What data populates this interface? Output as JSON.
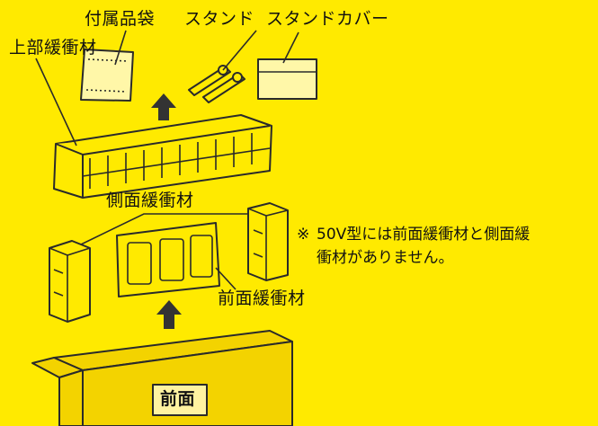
{
  "labels": {
    "accessory_bag": "付属品袋",
    "stand": "スタンド",
    "stand_cover": "スタンドカバー",
    "top_cushion": "上部緩衝材",
    "side_cushion": "側面緩衝材",
    "front_cushion": "前面緩衝材",
    "box_front": "前面"
  },
  "note": {
    "mark": "※",
    "line1": "50V型には前面緩衝材と側面緩",
    "line2": "衝材がありません。"
  },
  "colors": {
    "background": "#ffea00",
    "outline": "#2a2a2a",
    "box_fill": "#f3d300"
  }
}
